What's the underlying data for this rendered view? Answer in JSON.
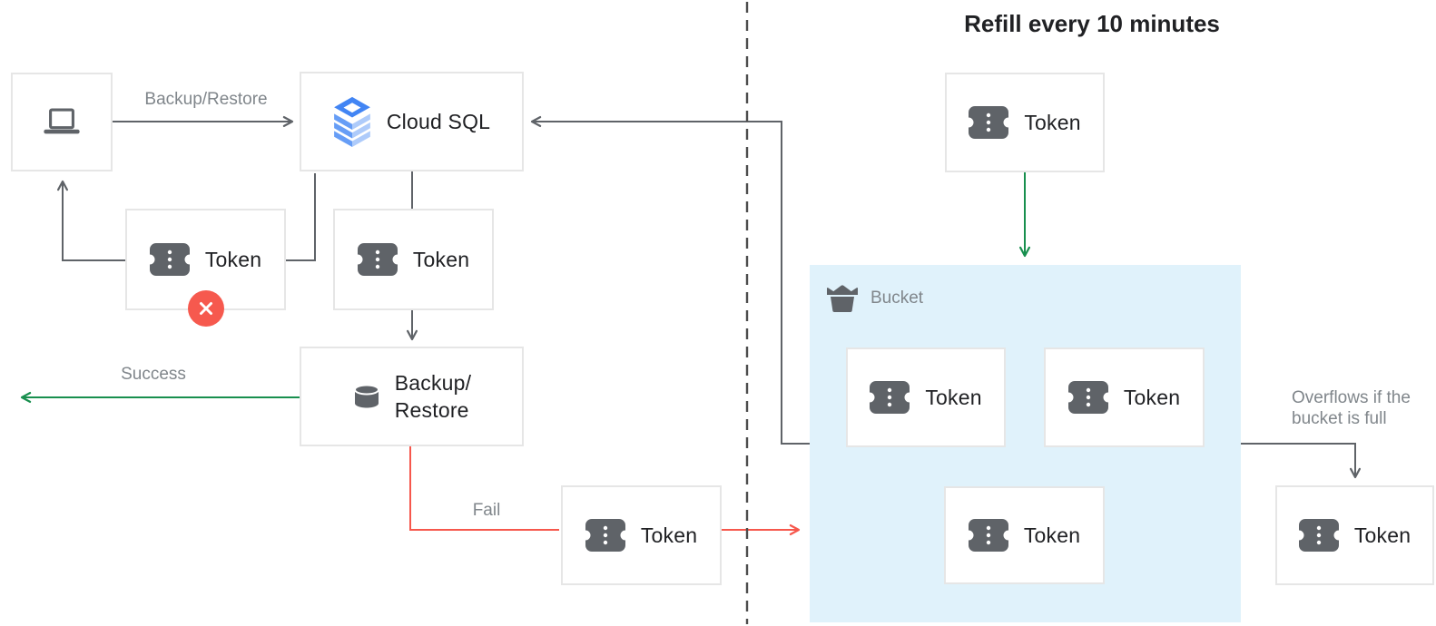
{
  "diagram_title": "Refill every 10 minutes",
  "nodes": {
    "token": "Token",
    "cloud_sql": "Cloud SQL",
    "backup_restore": "Backup/\nRestore",
    "bucket": "Bucket"
  },
  "edge_labels": {
    "backup_restore": "Backup/Restore",
    "success": "Success",
    "fail": "Fail",
    "overflow": "Overflows if the\nbucket is full"
  },
  "icons": {
    "client": "laptop-icon",
    "cloud_sql": "cloud-sql-icon",
    "token": "token-icon",
    "backup_restore": "database-icon",
    "bucket": "bucket-icon",
    "rejected": "error-x-icon"
  },
  "colors": {
    "success_green": "#188F4E",
    "fail_red": "#F6574C",
    "connector_gray": "#5F6368",
    "divider_gray": "#4D4D4D",
    "bucket_fill": "#E0F2FB",
    "box_border": "#E6E6E6",
    "icon_gray": "#5F6368",
    "label_gray": "#80868B",
    "text_dark": "#202124",
    "error_badge_red": "#F6594E",
    "cloud_sql_blue_dark": "#4285F4",
    "cloud_sql_blue": "#669DF6",
    "cloud_sql_blue_light": "#AECBFA"
  }
}
